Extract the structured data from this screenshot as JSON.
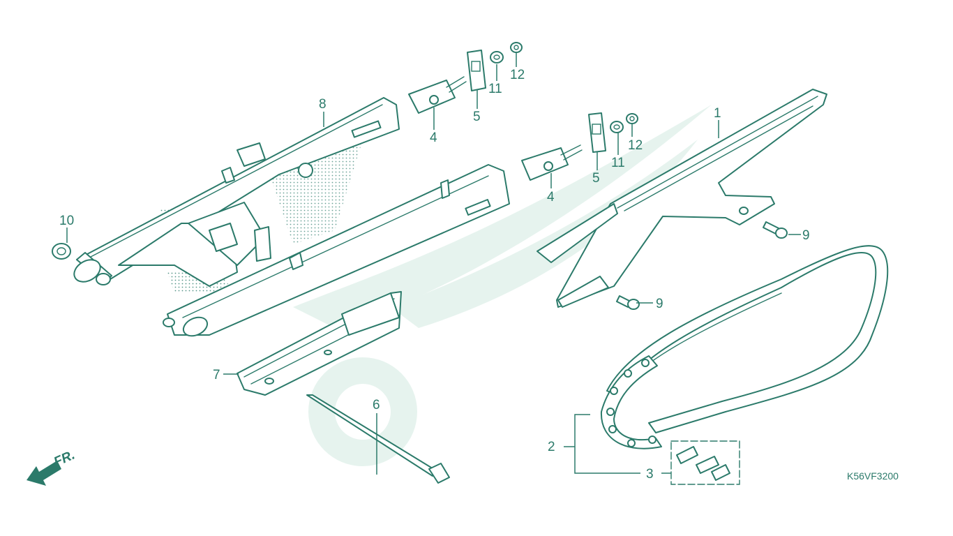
{
  "diagram": {
    "callouts": [
      "1",
      "2",
      "3",
      "4",
      "4",
      "5",
      "5",
      "6",
      "7",
      "8",
      "9",
      "9",
      "10",
      "11",
      "11",
      "12",
      "12"
    ],
    "code": "K56VF3200",
    "front_marker": "FR.",
    "colors": {
      "line": "#2b7a6a",
      "watermark": "#e6f3ee",
      "background": "#ffffff"
    }
  }
}
